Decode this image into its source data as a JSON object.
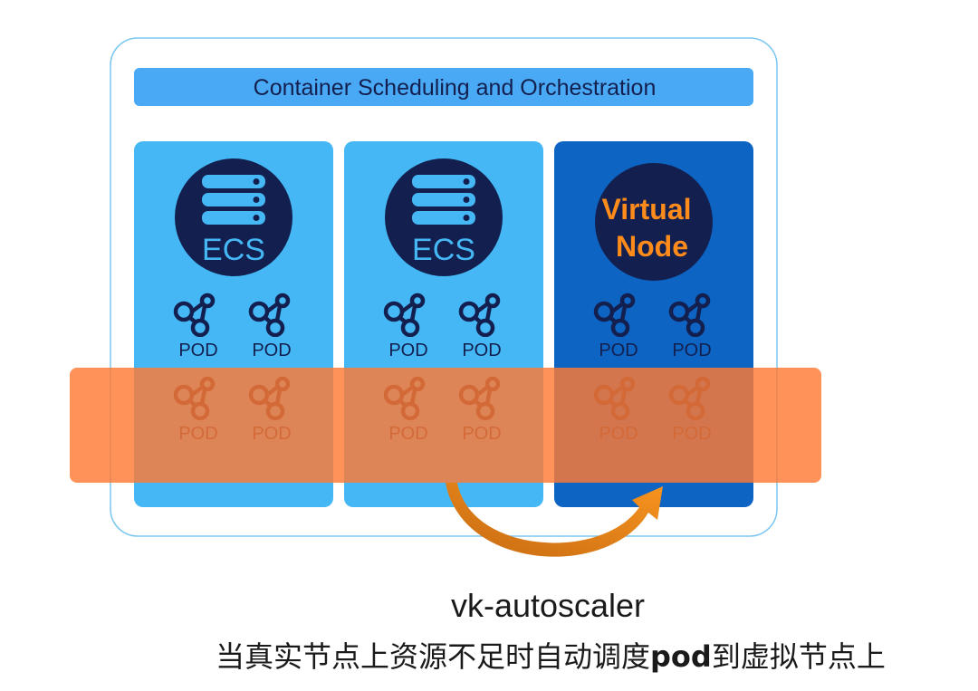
{
  "header": {
    "label": "Container Scheduling and Orchestration"
  },
  "nodes": [
    {
      "kind": "ecs",
      "label": "ECS"
    },
    {
      "kind": "ecs",
      "label": "ECS"
    },
    {
      "kind": "virtual",
      "label_line1": "Virtual",
      "label_line2": "Node"
    }
  ],
  "pod_label": "POD",
  "caption": {
    "title": "vk-autoscaler",
    "subtitle_part1": "当真实节点上资源不足时自动调度",
    "subtitle_bold": "pod",
    "subtitle_part2": "到虚拟节点上"
  },
  "colors": {
    "outer_border": "#7cc6f0",
    "header_bar": "#4aa9f5",
    "ecs_column": "#45b7f5",
    "virtual_column": "#0d64c2",
    "node_circle": "#13204f",
    "virtual_text": "#ff8c1a",
    "pod_icon": "#13204f",
    "band": "#ff7a33",
    "band_pod": "#c0401a",
    "arrow": "#f28a1c"
  }
}
